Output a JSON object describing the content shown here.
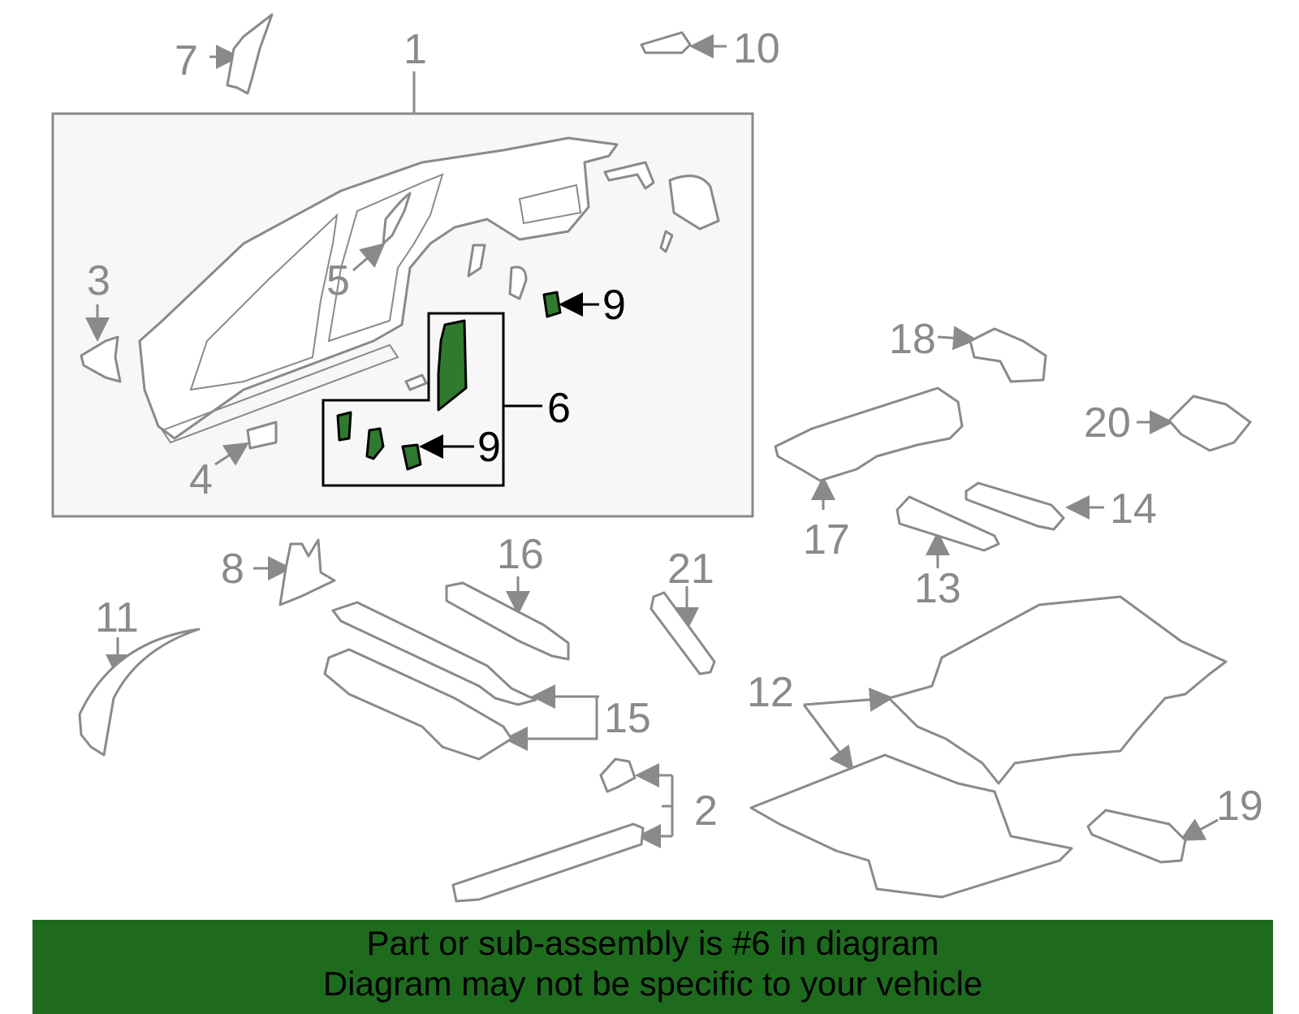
{
  "diagram": {
    "callouts": [
      "1",
      "2",
      "3",
      "4",
      "5",
      "6",
      "7",
      "8",
      "9",
      "9",
      "10",
      "11",
      "12",
      "13",
      "14",
      "15",
      "16",
      "17",
      "18",
      "19",
      "20",
      "21"
    ],
    "highlighted_callout": "6",
    "colors": {
      "highlight_green": "#2f7a2f",
      "banner_green": "#1e6b1e",
      "lines": "#8a8a8a",
      "assembly_fill": "#f7f7f7"
    }
  },
  "footer": {
    "line1": "Part or sub-assembly is #6 in diagram",
    "line2": "Diagram may not be specific to your vehicle"
  }
}
